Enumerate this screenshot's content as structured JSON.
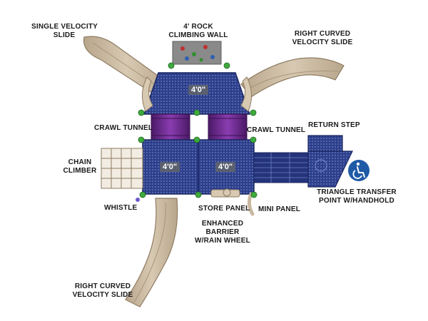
{
  "labels": {
    "single_slide": [
      "SINGLE VELOCITY",
      "SLIDE"
    ],
    "rock_wall": [
      "4' ROCK",
      "CLIMBING WALL"
    ],
    "right_curved_top": [
      "RIGHT CURVED",
      "VELOCITY SLIDE"
    ],
    "crawl_tunnel_left": "CRAWL TUNNEL",
    "crawl_tunnel_right": "CRAWL TUNNEL",
    "return_step": "RETURN STEP",
    "chain_climber": [
      "CHAIN",
      "CLIMBER"
    ],
    "whistle": "WHISTLE",
    "store_panel": "STORE PANEL",
    "mini_panel": "MINI PANEL",
    "triangle_transfer": [
      "TRIANGLE TRANSFER",
      "POINT W/HANDHOLD"
    ],
    "enhanced_barrier": [
      "ENHANCED",
      "BARRIER",
      "W/RAIN WHEEL"
    ],
    "right_curved_bottom": [
      "RIGHT CURVED",
      "VELOCITY SLIDE"
    ]
  },
  "deck_heights": {
    "top": "4'0\"",
    "left": "4'0\"",
    "right": "4'0\""
  },
  "colors": {
    "slide": "#c9b8a0",
    "deck": "#2d3f8a",
    "tunnel": "#6a2c8c",
    "post_cap": "#3faa3f",
    "rock_wall": "#8a8a8a",
    "accessibility": "#1f5aa6"
  },
  "icons": {
    "accessibility": "wheelchair-icon"
  }
}
